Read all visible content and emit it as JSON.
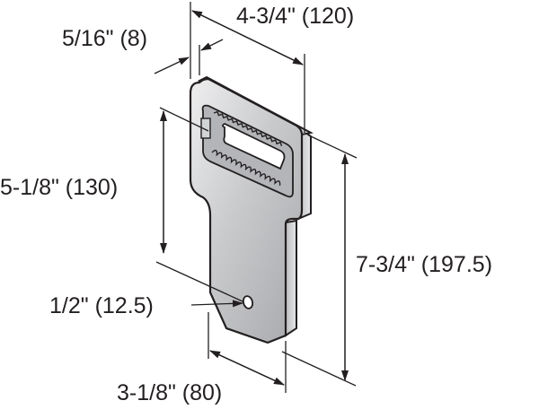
{
  "drawing": {
    "subject": "bracket",
    "dimensions": {
      "overall_width": "4-3/4\" (120)",
      "thickness": "5/16\" (8)",
      "slot_to_hole": "5-1/8\" (130)",
      "overall_height": "7-3/4\" (197.5)",
      "hole_diameter": "1/2\" (12.5)",
      "tab_width": "3-1/8\" (80)"
    },
    "colors": {
      "line": "#231f20",
      "metal_light": "#e6e7e8",
      "metal_mid": "#bcbec0",
      "metal_dark": "#939598",
      "background": "#ffffff"
    }
  }
}
